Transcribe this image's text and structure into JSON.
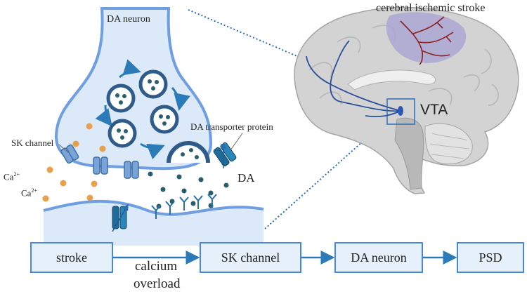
{
  "labels": {
    "da_neuron": "DA  neuron",
    "cerebral_stroke": "cerebral ischemic stroke",
    "vta": "VTA",
    "da_transporter": "DA transporter protein",
    "sk_channel": "SK channel",
    "ca_base": "Ca",
    "ca_sup": "2+",
    "da": "DA"
  },
  "flow": {
    "steps": [
      "stroke",
      "SK channel",
      "DA neuron",
      "PSD"
    ],
    "edge_label_line1": "calcium",
    "edge_label_line2": "overload"
  },
  "colors": {
    "membrane": "#6f9fe0",
    "cytoplasm": "#dbe9f8",
    "vesicle": "#2f5b8a",
    "calcium": "#e8a04a",
    "da_dot": "#2a5e6e",
    "arrow": "#2b7bb9",
    "brain": "#c9c9c9",
    "cortex_stroke": "#a9a4cf",
    "vessel": "#8b2020",
    "flow_border": "#4a86d8",
    "flow_fill": "#e6f0fb"
  }
}
